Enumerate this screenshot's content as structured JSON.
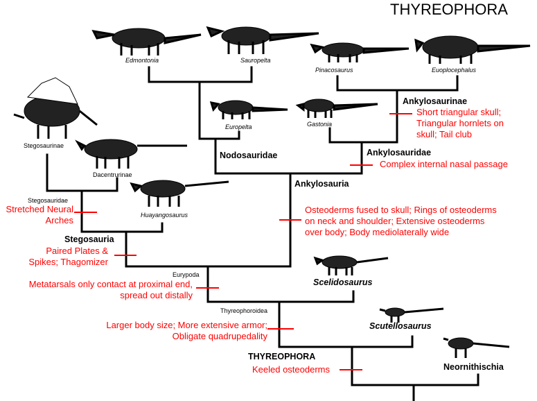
{
  "title": "THYREOPHORA",
  "taxa": {
    "edmontonia": "Edmontonia",
    "sauropelta": "Sauropelta",
    "pinacosaurus": "Pinacosaurus",
    "euoplocephalus": "Euoplocephalus",
    "europelta": "Europelta",
    "gastonia": "Gastonia",
    "stegosaurinae": "Stegosaurinae",
    "dacentrurinae": "Dacentrurinae",
    "huayangosaurus": "Huayangosaurus",
    "scelidosaurus": "Scelidosaurus",
    "scutellosaurus": "Scutellosaurus",
    "neornithischia": "Neornithischia"
  },
  "clades": {
    "nodosauridae": "Nodosauridae",
    "ankylosauria": "Ankylosauria",
    "ankylosauridae": "Ankylosauridae",
    "ankylosaurinae": "Ankylosaurinae",
    "stegosauridae": "Stegosauridae",
    "stegosauria": "Stegosauria",
    "eurypoda": "Eurypoda",
    "thyreophoroidea": "Thyreophoroidea",
    "thyreophora": "THYREOPHORA"
  },
  "traits": {
    "ankylosaurinae": [
      "Short triangular skull;",
      "Triangular hornlets on",
      "skull; Tail club"
    ],
    "ankylosauridae": [
      "Complex internal nasal passage"
    ],
    "ankylosauria": [
      "Osteoderms fused to skull; Rings of osteoderms",
      "on neck and shoulder; Extensive osteoderms",
      "over body; Body mediolaterally wide"
    ],
    "stegosauridae": [
      "Stretched Neural",
      "Arches"
    ],
    "stegosauria": [
      "Paired Plates &",
      "Spikes; Thagomizer"
    ],
    "eurypoda": [
      "Metatarsals only contact at proximal end,",
      "spread out distally"
    ],
    "thyreophoroidea": [
      "Larger body size; More extensive armor;",
      "Obligate quadrupedality"
    ],
    "thyreophora": [
      "Keeled osteoderms"
    ]
  },
  "colors": {
    "branch": "#000000",
    "trait": "#ff0000"
  }
}
